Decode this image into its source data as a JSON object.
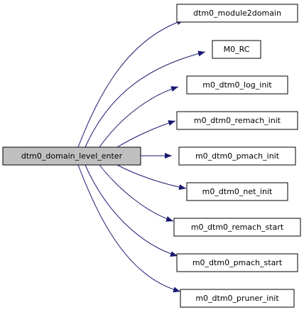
{
  "diagram": {
    "root": {
      "label": "dtm0_domain_level_enter",
      "fill": "#bfbfbf"
    },
    "callees": [
      {
        "label": "dtm0_module2domain"
      },
      {
        "label": "M0_RC"
      },
      {
        "label": "m0_dtm0_log_init"
      },
      {
        "label": "m0_dtm0_remach_init"
      },
      {
        "label": "m0_dtm0_pmach_init"
      },
      {
        "label": "m0_dtm0_net_init"
      },
      {
        "label": "m0_dtm0_remach_start"
      },
      {
        "label": "m0_dtm0_pmach_start"
      },
      {
        "label": "m0_dtm0_pruner_init"
      }
    ],
    "edge_color": "#191970",
    "node_border_color": "#000000"
  }
}
